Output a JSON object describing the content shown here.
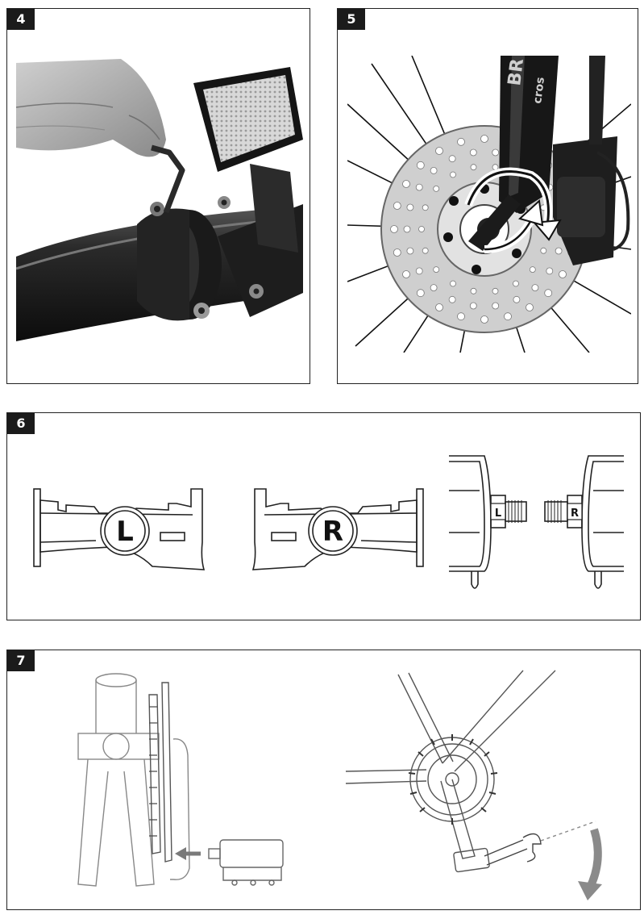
{
  "steps": [
    {
      "number": "4"
    },
    {
      "number": "5",
      "fork_text_top": "BR",
      "fork_text_bottom": "cros"
    },
    {
      "number": "6",
      "pedal_left_letter": "L",
      "pedal_right_letter": "R",
      "axle_left_letter": "L",
      "axle_right_letter": "R"
    },
    {
      "number": "7"
    }
  ]
}
